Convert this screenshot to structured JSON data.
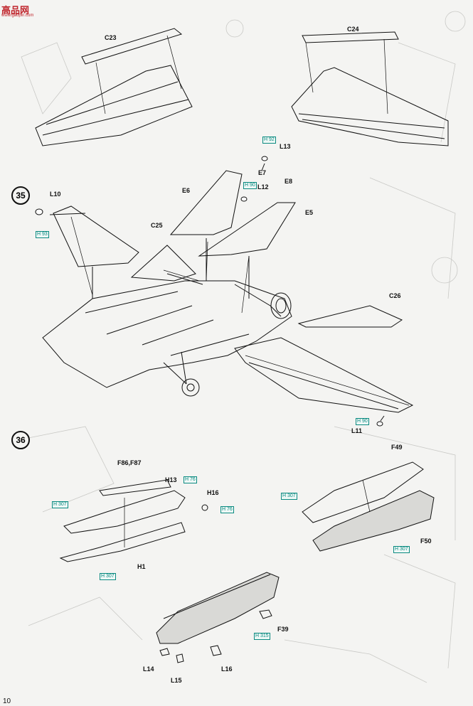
{
  "watermark": {
    "brand": "高品网",
    "url": "www.gaopin.com"
  },
  "page_number": "10",
  "steps": [
    "35",
    "36"
  ],
  "parts": {
    "c23": "C23",
    "c24": "C24",
    "l13": "L13",
    "e7": "E7",
    "e8": "E8",
    "l12": "L12",
    "e6": "E6",
    "e5": "E5",
    "l10": "L10",
    "c25": "C25",
    "c26": "C26",
    "l11": "L11",
    "f86": "F86,F87",
    "h13": "H13",
    "h16": "H16",
    "h1": "H1",
    "f49": "F49",
    "f50": "F50",
    "f39": "F39",
    "l14": "L14",
    "l15": "L15",
    "l16": "L16"
  },
  "color_codes": {
    "h92": "H 92",
    "h90a": "H 90",
    "h93": "H 93",
    "h90b": "H 90",
    "h76a": "H 76",
    "h307a": "H 307",
    "h76b": "H 76",
    "h307b": "H 307",
    "h307c": "H 307",
    "h307d": "H 307",
    "h315": "H 315"
  },
  "colors": {
    "paint_code": "#0a8a80",
    "ink": "#111111",
    "watermark": "#c0262d",
    "paper": "#f4f4f2"
  }
}
